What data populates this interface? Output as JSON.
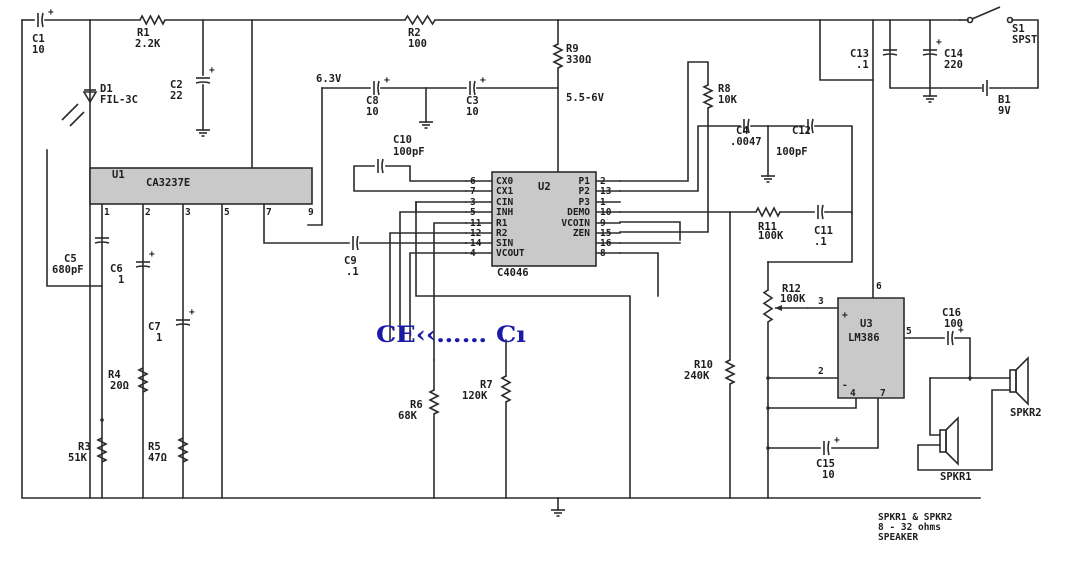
{
  "labels": {
    "c1_ref": "C1",
    "c1_val": "10",
    "r1_ref": "R1",
    "r1_val": "2.2K",
    "r2_ref": "R2",
    "r2_val": "100",
    "r9_ref": "R9",
    "r9_val": "330Ω",
    "c2_ref": "C2",
    "c2_val": "22",
    "d1_ref": "D1",
    "d1_val": "FIL-3C",
    "u1_ref": "U1",
    "u1_val": "CA3237E",
    "v63": "6.3V",
    "v5566": "5.5-6V",
    "c8_ref": "C8",
    "c8_val": "10",
    "c3_ref": "C3",
    "c3_val": "10",
    "c10_ref": "C10",
    "c10_val": "100pF",
    "c13_ref": "C13",
    "c13_val": ".1",
    "c14_ref": "C14",
    "c14_val": "220",
    "s1_ref": "S1",
    "s1_val": "SPST",
    "b1_ref": "B1",
    "b1_val": "9V",
    "r8_ref": "R8",
    "r8_val": "10K",
    "c4_ref": "C4",
    "c4_val": ".0047",
    "c12_ref": "C12",
    "c12_val": "100pF",
    "u2_ref": "U2",
    "u2_val": "C4046",
    "c5_ref": "C5",
    "c5_val": "680pF",
    "c6_ref": "C6",
    "c6_val": "1",
    "c7_ref": "C7",
    "c7_val": "1",
    "c9_ref": "C9",
    "c9_val": ".1",
    "r11_ref": "R11",
    "r11_val": "100K",
    "c11_ref": "C11",
    "c11_val": ".1",
    "r12_ref": "R12",
    "r12_val": "100K",
    "u3_ref": "U3",
    "u3_val": "LM386",
    "c16_ref": "C16",
    "c16_val": "100",
    "r4_ref": "R4",
    "r4_val": "20Ω",
    "r3_ref": "R3",
    "r3_val": "51K",
    "r5_ref": "R5",
    "r5_val": "47Ω",
    "r6_ref": "R6",
    "r6_val": "68K",
    "r7_ref": "R7",
    "r7_val": "120K",
    "r10_ref": "R10",
    "r10_val": "240K",
    "c15_ref": "C15",
    "c15_val": "10",
    "spkr1": "SPKR1",
    "spkr2": "SPKR2",
    "note_l1": "SPKR1 & SPKR2",
    "note_l2": "8 - 32 ohms",
    "note_l3": "SPEAKER",
    "scribble": "CE‹‹…… Cı"
  },
  "u1_pins": [
    "1",
    "2",
    "3",
    "5",
    "7",
    "9"
  ],
  "u2_left_pins": [
    {
      "num": "6",
      "name": "CX0"
    },
    {
      "num": "7",
      "name": "CX1"
    },
    {
      "num": "3",
      "name": "CIN"
    },
    {
      "num": "5",
      "name": "INH"
    },
    {
      "num": "11",
      "name": "R1"
    },
    {
      "num": "12",
      "name": "R2"
    },
    {
      "num": "14",
      "name": "SIN"
    },
    {
      "num": "4",
      "name": "VCOUT"
    }
  ],
  "u2_right_pins": [
    {
      "num": "2",
      "name": "P1"
    },
    {
      "num": "13",
      "name": "P2"
    },
    {
      "num": "1",
      "name": "P3"
    },
    {
      "num": "10",
      "name": "DEMO"
    },
    {
      "num": "9",
      "name": "VCOIN"
    },
    {
      "num": "15",
      "name": "ZEN"
    },
    {
      "num": "16",
      "name": ""
    },
    {
      "num": "8",
      "name": ""
    }
  ],
  "u3_pins": {
    "p3": "3",
    "p2": "2",
    "p4": "4",
    "p7": "7",
    "p5": "5",
    "p6": "6",
    "plus": "+",
    "minus": "-"
  }
}
